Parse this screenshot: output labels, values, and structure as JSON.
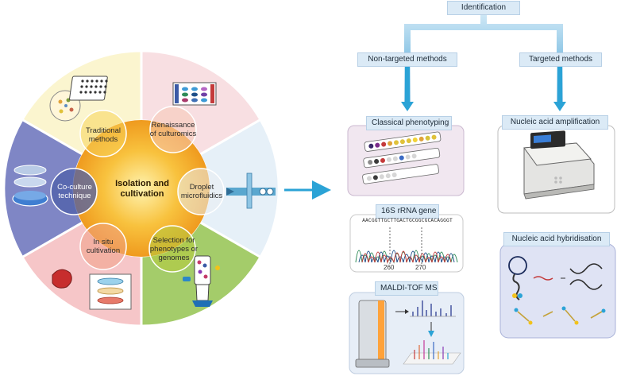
{
  "left_wheel": {
    "center_label": "Isolation and cultivation",
    "methods": [
      {
        "label": "Traditional methods"
      },
      {
        "label": "Renaissance of culturomics"
      },
      {
        "label": "Droplet microfluidics"
      },
      {
        "label": "Selection for phenotypes or genomes"
      },
      {
        "label": "In situ cultivation"
      },
      {
        "label": "Co-culture technique"
      }
    ]
  },
  "identification": {
    "title": "Identification",
    "non_targeted": {
      "label": "Non-targeted methods",
      "panels": [
        {
          "label": "Classical phenotyping"
        },
        {
          "label": "16S rRNA gene"
        },
        {
          "label": "MALDI-TOF MS"
        }
      ],
      "sequence_text": "AACGGTTGCTTGACTGCGGCGCACAGGGT",
      "sequence_ticks": [
        "260",
        "270"
      ]
    },
    "targeted": {
      "label": "Targeted methods",
      "panels": [
        {
          "label": "Nucleic acid amplification"
        },
        {
          "label": "Nucleic acid hybridisation"
        }
      ]
    }
  },
  "colors": {
    "sector_traditional": "#fbf5cf",
    "sector_culturomics": "#f8dfe2",
    "sector_droplet": "#e6f0f8",
    "sector_selection": "#a4cc6a",
    "sector_insitu": "#f6c6c8",
    "sector_coculture": "#7f86c5",
    "core": "#f2a321",
    "arrow": "#2ba3d6",
    "label_bg": "#dbeaf6"
  }
}
